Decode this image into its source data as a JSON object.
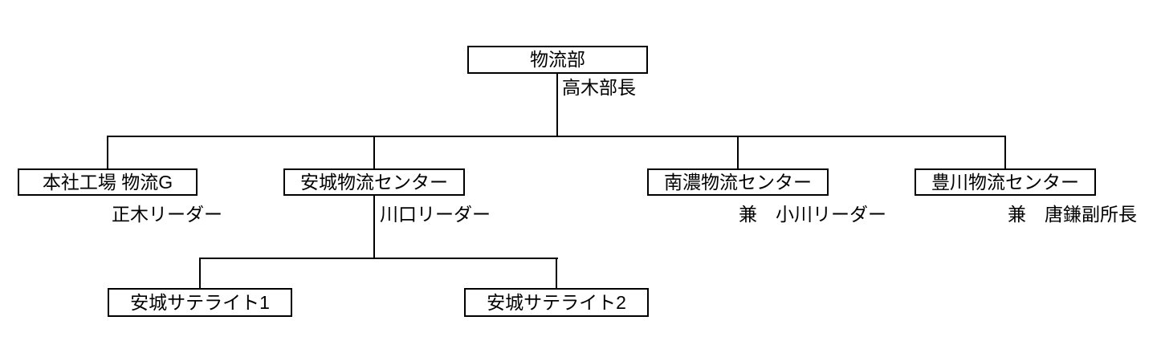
{
  "org_chart": {
    "type": "organization-chart",
    "root": {
      "label": "物流部",
      "staff": "高木部長"
    },
    "level2": [
      {
        "label": "本社工場 物流G",
        "staff": "正木リーダー"
      },
      {
        "label": "安城物流センター",
        "staff": "川口リーダー"
      },
      {
        "label": "南濃物流センター",
        "staff": "兼　小川リーダー"
      },
      {
        "label": "豊川物流センター",
        "staff": "兼　唐鎌副所長"
      }
    ],
    "level3": [
      {
        "label": "安城サテライト1"
      },
      {
        "label": "安城サテライト2"
      }
    ],
    "colors": {
      "line": "#000000",
      "text": "#000000",
      "background": "#ffffff"
    }
  }
}
